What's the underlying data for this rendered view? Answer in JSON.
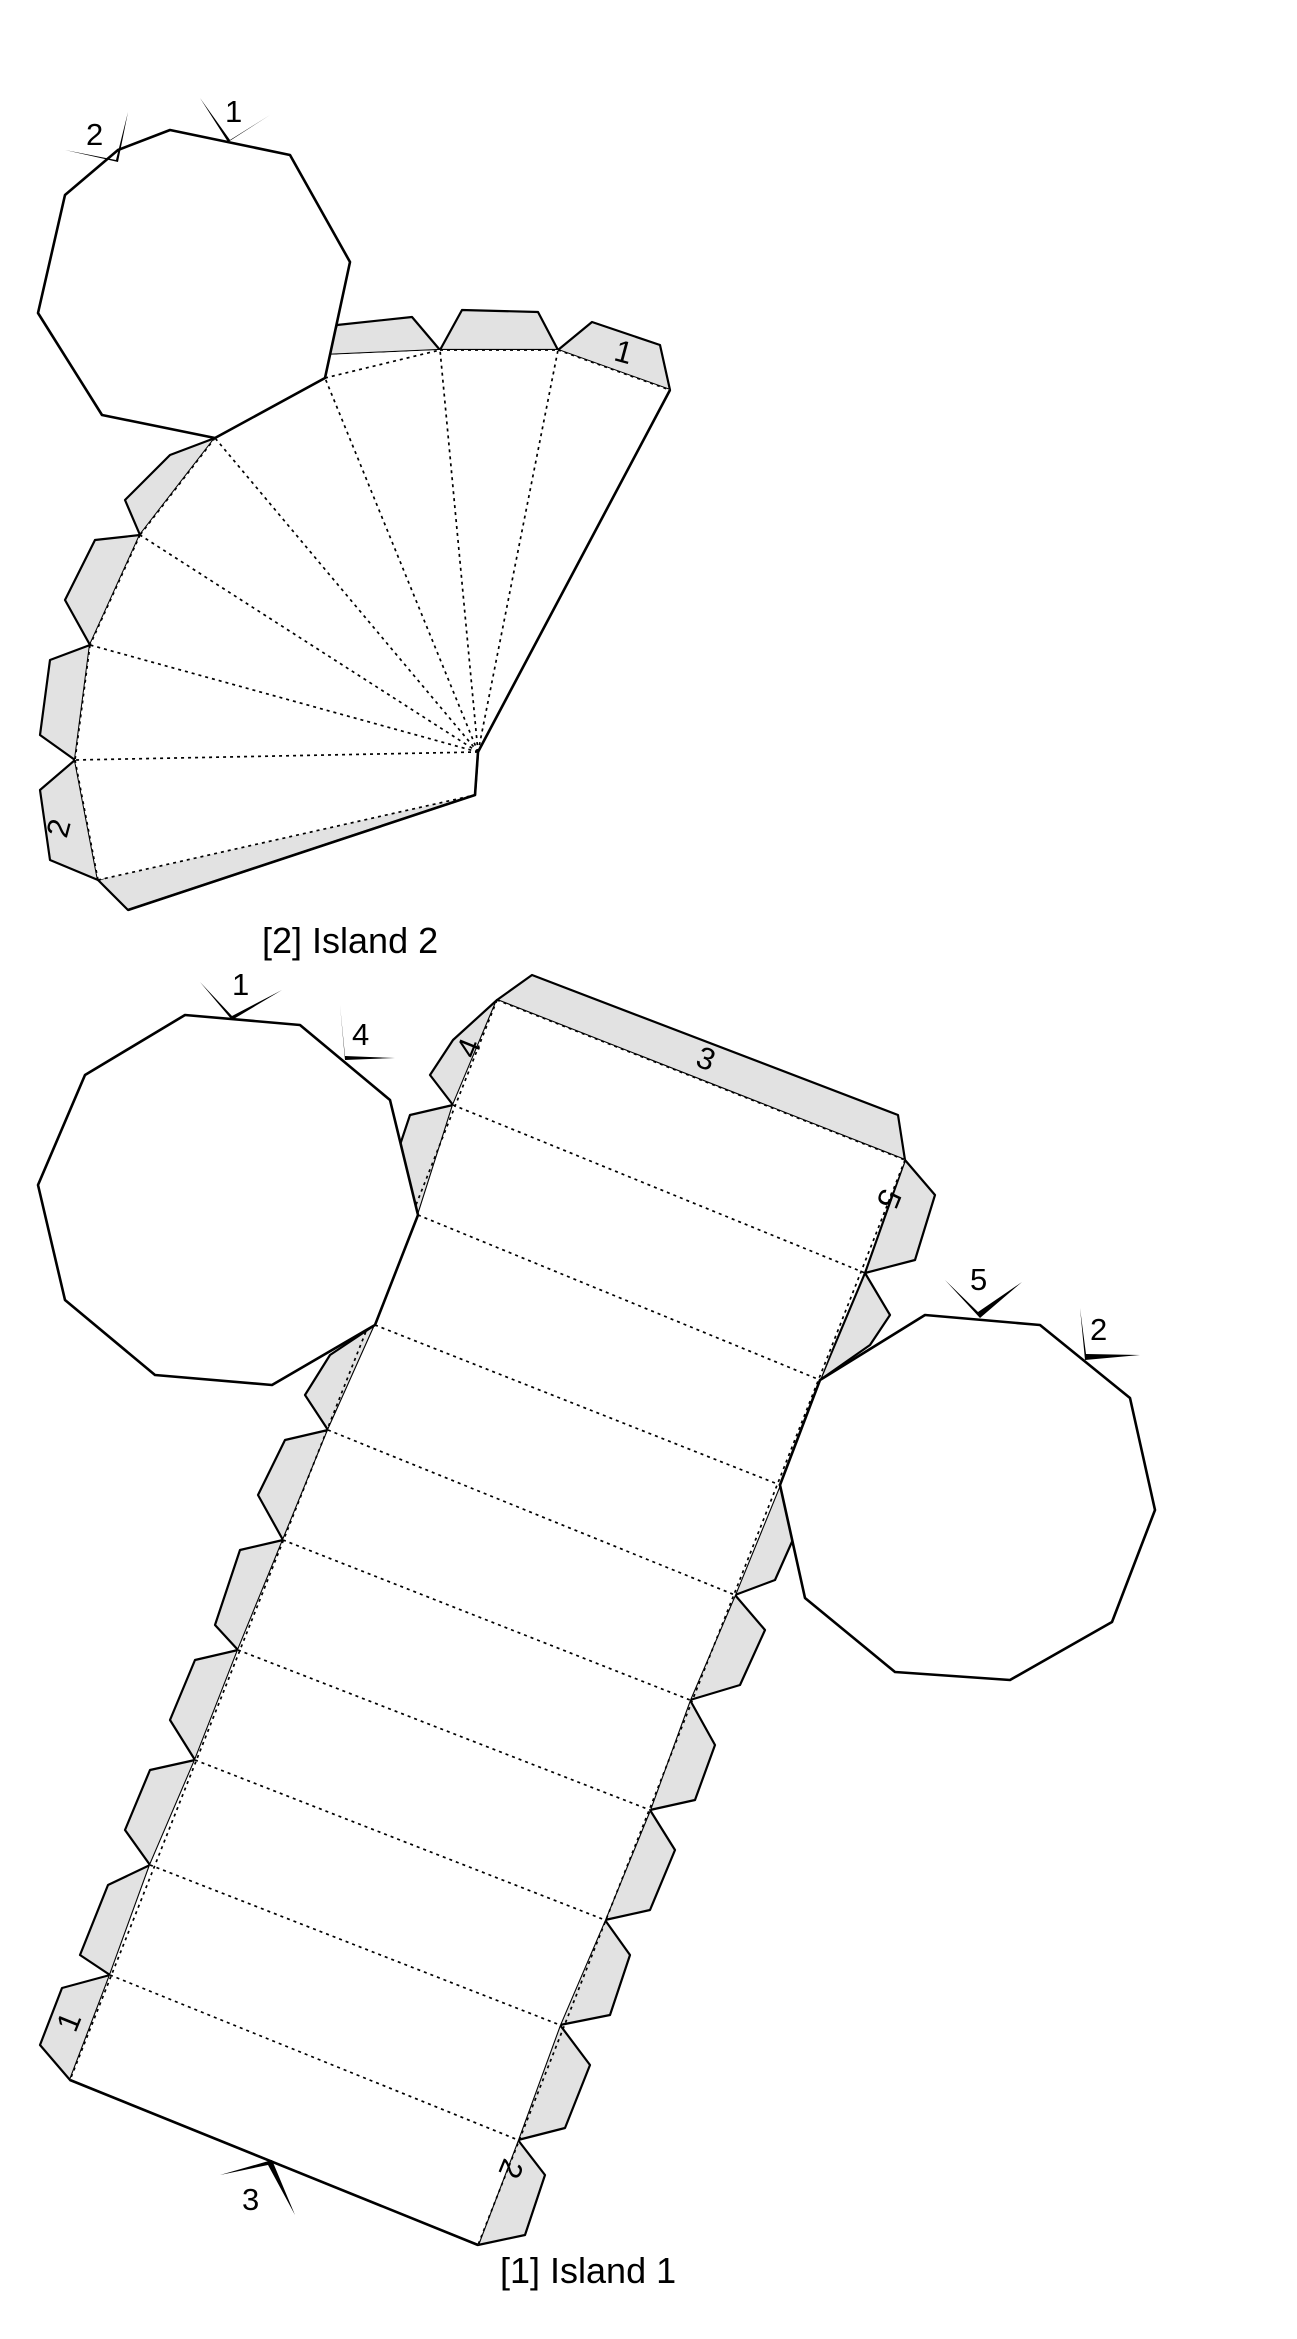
{
  "title": "",
  "islands": [
    {
      "id": "island-2",
      "caption": "[2] Island 2",
      "shape": "decagonal cone net",
      "edge_labels": [
        "1",
        "2"
      ],
      "tab_labels": [
        "1",
        "2"
      ]
    },
    {
      "id": "island-1",
      "caption": "[1] Island 1",
      "shape": "decagonal prism net",
      "edge_labels": [
        "1",
        "4",
        "5",
        "2",
        "3"
      ],
      "tab_labels": [
        "4",
        "3",
        "5",
        "1",
        "2"
      ]
    }
  ],
  "legend_colors": {
    "cut_line": "#000000",
    "fold_line": "#000000",
    "glue_tab": "#e2e2e2"
  }
}
